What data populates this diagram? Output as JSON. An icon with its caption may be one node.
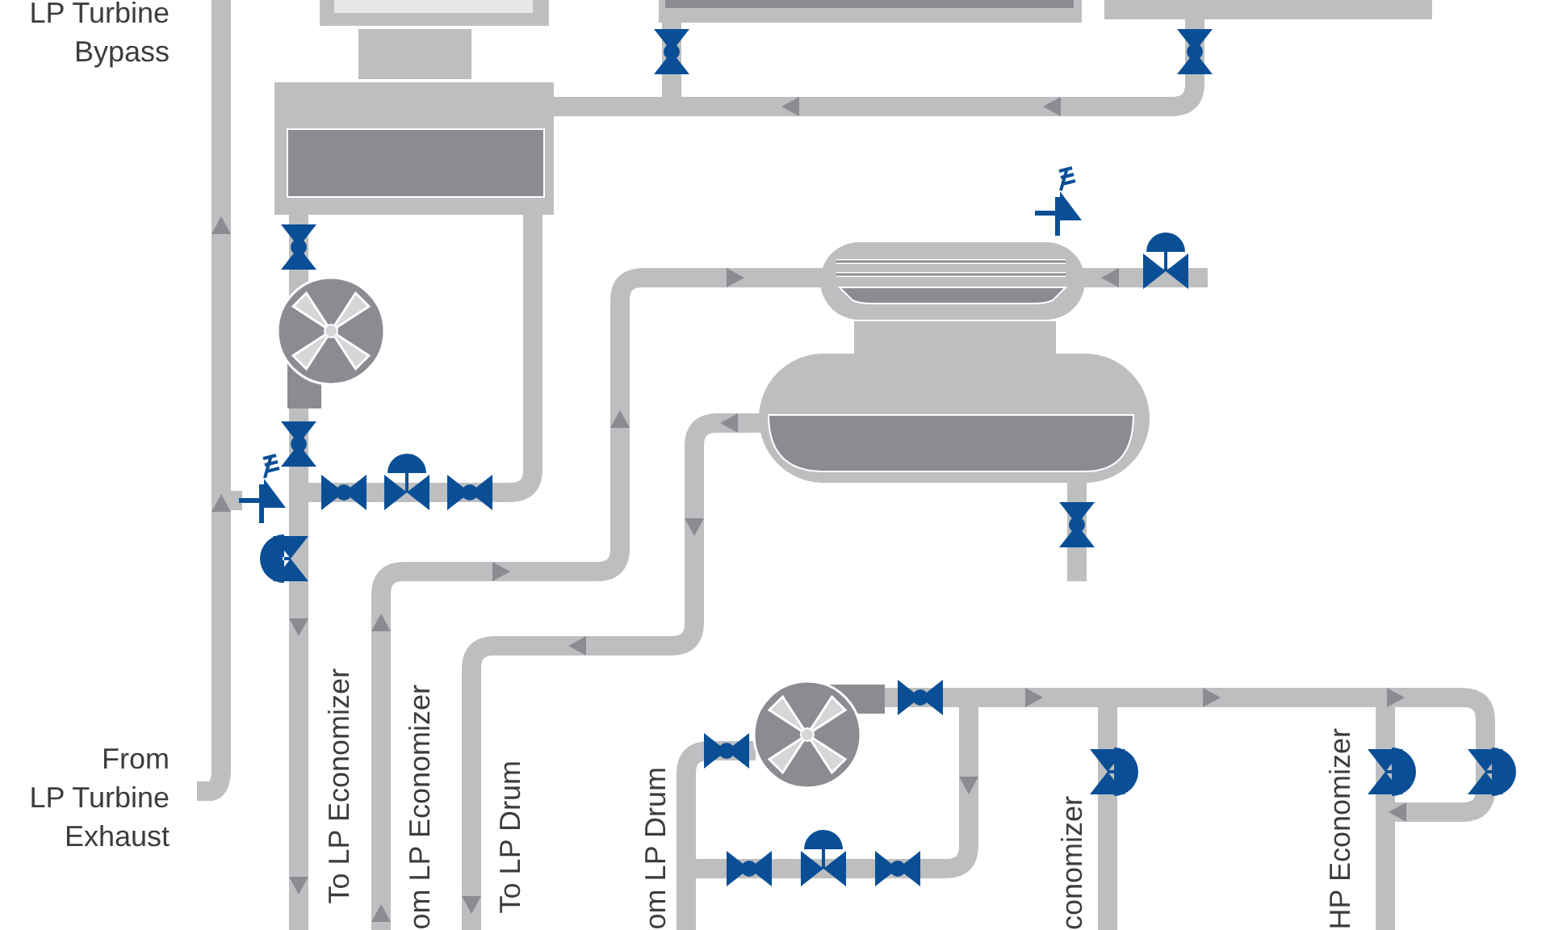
{
  "diagram": {
    "labels": [
      "LP Turbine Bypass",
      "From LP Turbine Exhaust",
      "To LP Economizer",
      "om LP Economizer",
      "To LP Drum",
      "om LP Drum",
      "conomizer",
      "HP Economizer"
    ]
  }
}
